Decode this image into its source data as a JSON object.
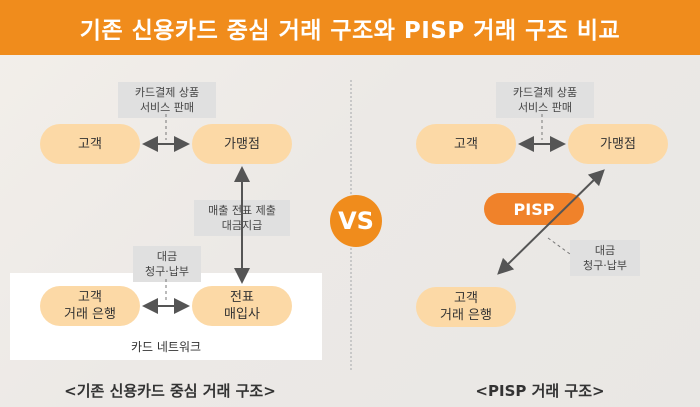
{
  "title": "기존 신용카드 중심 거래 구조와 PISP 거래 구조 비교",
  "left": {
    "customer": "고객",
    "merchant": "가맹점",
    "product_note": "카드결제 상품\n서비스 판매",
    "sales_note": "매출 전표 제출\n대금지급",
    "billing_note": "대금\n청구·납부",
    "customer_bank": "고객\n거래 은행",
    "acquirer": "전표\n매입사",
    "network_label": "카드 네트워크",
    "caption": "<기존 신용카드 중심 거래 구조>"
  },
  "vs": "VS",
  "right": {
    "customer": "고객",
    "merchant": "가맹점",
    "product_note": "카드결제 상품\n서비스 판매",
    "pisp": "PISP",
    "billing_note": "대금\n청구·납부",
    "customer_bank": "고객\n거래 은행",
    "caption": "<PISP 거래 구조>"
  }
}
